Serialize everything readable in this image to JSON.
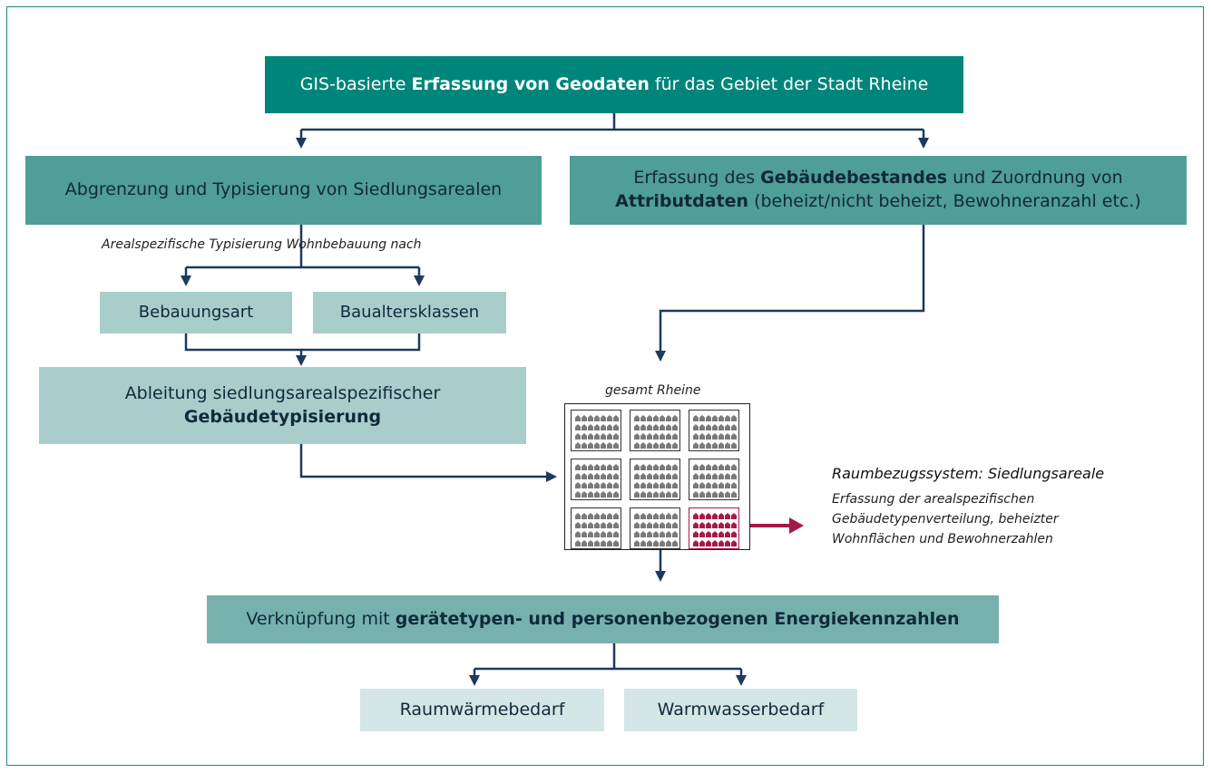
{
  "nodes": {
    "gis": {
      "pre": "GIS-basierte ",
      "bold": "Erfassung von Geodaten",
      "post": " für das Gebiet der Stadt Rheine"
    },
    "abgrenzung": {
      "text": "Abgrenzung und Typisierung von Siedlungsarealen"
    },
    "erfassung": {
      "line1_pre": "Erfassung des ",
      "line1_bold": "Gebäudebestandes",
      "line1_post": " und Zuordnung von",
      "line2_bold": "Attributdaten",
      "line2_post": " (beheizt/nicht beheizt, Bewohneranzahl etc.)"
    },
    "bebauungsart": {
      "text": "Bebauungsart"
    },
    "baualtersklassen": {
      "text": "Baualtersklassen"
    },
    "ableitung": {
      "line1": "Ableitung siedlungsarealspezifischer",
      "bold": "Gebäudetypisierung"
    },
    "verknuepfung": {
      "pre": "Verknüpfung mit ",
      "bold": "gerätetypen- und personenbezogenen Energiekennzahlen"
    },
    "raumwaerme": {
      "text": "Raumwärmebedarf"
    },
    "warmwasser": {
      "text": "Warmwasserbedarf"
    }
  },
  "labels": {
    "typisierung_note": "Arealspezifische Typisierung Wohnbebauung nach",
    "grid_title": "gesamt Rheine",
    "legend_title": "Raumbezugssystem: Siedlungsareale",
    "legend_lines": [
      "Erfassung der arealspezifischen",
      "Gebäudetypenverteilung, beheizter",
      "Wohnflächen und Bewohnerzahlen"
    ]
  },
  "grid": {
    "rows": 3,
    "cols": 3,
    "highlight_cell": [
      2,
      2
    ],
    "houses_per_cell": 28
  },
  "colors": {
    "dark": "#00857a",
    "mid": "#4f9e98",
    "light": "#a9cdcb",
    "pale": "#d4e6e5",
    "arrow": "#1c3a5c",
    "highlight": "#a51a48",
    "frame": "#1f8a7d"
  }
}
